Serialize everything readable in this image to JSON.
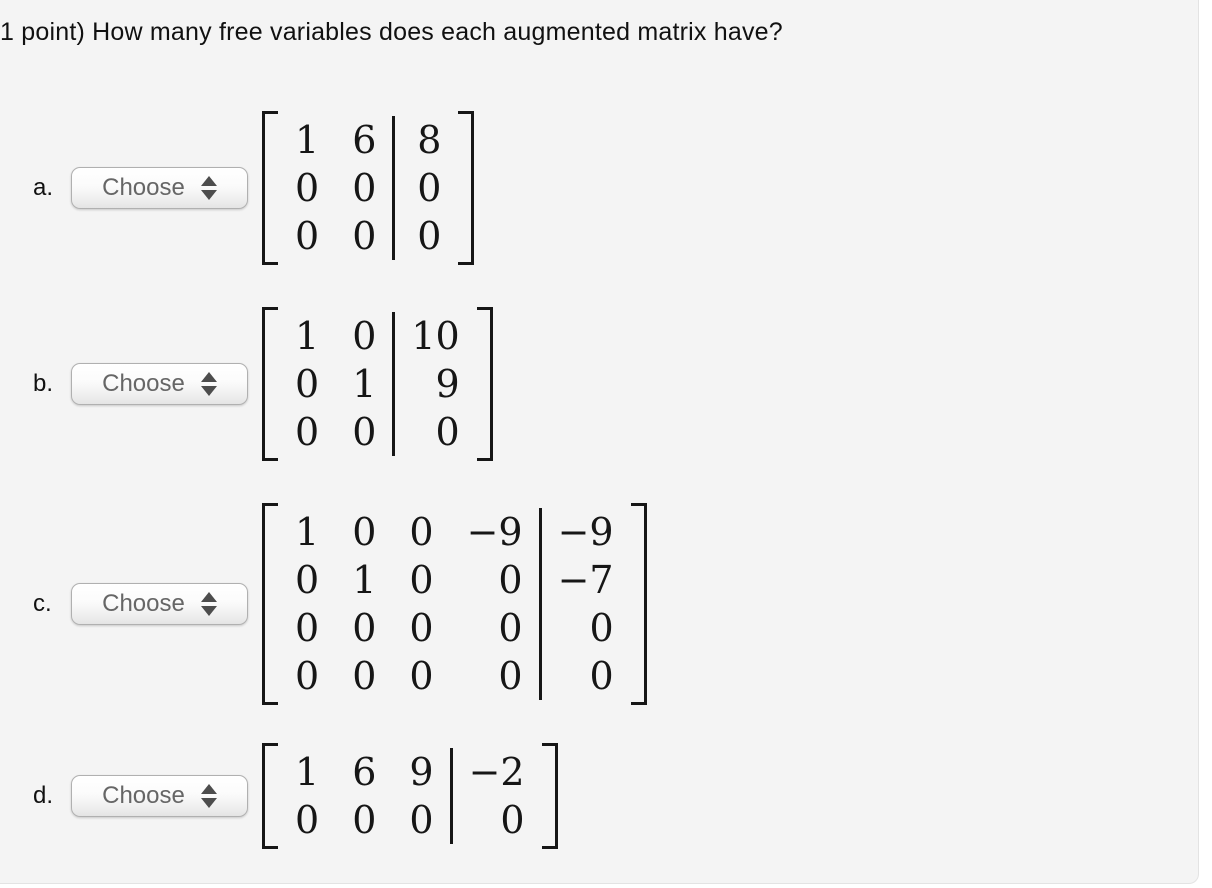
{
  "page": {
    "panel_bg": "#f4f4f4",
    "page_bg": "#ffffff",
    "panel_edge": "#e3e3e3",
    "math_ink": "#161616"
  },
  "question": {
    "title": "1 point) How many free variables does each augmented matrix have?"
  },
  "dropdown": {
    "label": "Choose",
    "arrows_icon": "up-down-spinner-arrows"
  },
  "parts": [
    {
      "label": "a.",
      "choose_label": "Choose",
      "matrix": {
        "rows": [
          [
            "1",
            "6",
            "8"
          ],
          [
            "0",
            "0",
            "0"
          ],
          [
            "0",
            "0",
            "0"
          ]
        ],
        "aug_index": 2
      }
    },
    {
      "label": "b.",
      "choose_label": "Choose",
      "matrix": {
        "rows": [
          [
            "1",
            "0",
            "10"
          ],
          [
            "0",
            "1",
            "9"
          ],
          [
            "0",
            "0",
            "0"
          ]
        ],
        "aug_index": 2
      }
    },
    {
      "label": "c.",
      "choose_label": "Choose",
      "matrix": {
        "rows": [
          [
            "1",
            "0",
            "0",
            "−9",
            "−9"
          ],
          [
            "0",
            "1",
            "0",
            "0",
            "−7"
          ],
          [
            "0",
            "0",
            "0",
            "0",
            "0"
          ],
          [
            "0",
            "0",
            "0",
            "0",
            "0"
          ]
        ],
        "aug_index": 4
      }
    },
    {
      "label": "d.",
      "choose_label": "Choose",
      "matrix": {
        "rows": [
          [
            "1",
            "6",
            "9",
            "−2"
          ],
          [
            "0",
            "0",
            "0",
            "0"
          ]
        ],
        "aug_index": 3
      }
    }
  ]
}
